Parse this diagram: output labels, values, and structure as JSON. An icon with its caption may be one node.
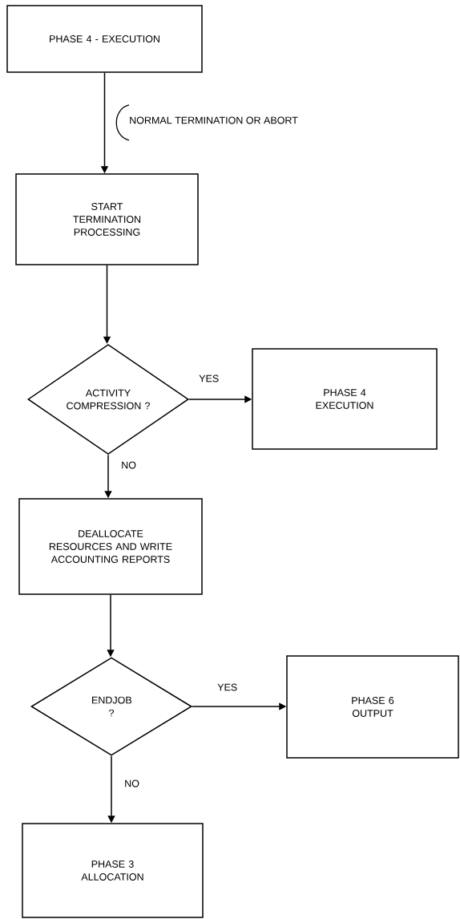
{
  "diagram": {
    "nodes": [
      {
        "text": [
          "PHASE 4 - EXECUTION"
        ]
      },
      {
        "text": [
          "START TERMINATION PROCESSING"
        ]
      },
      {
        "text": [
          "ACTIVITY COMPRESSION ?"
        ]
      },
      {
        "text": [
          "PHASE 4 EXECUTION"
        ]
      },
      {
        "text": [
          "DEALLOCATE RESOURCES AND WRITE ACCOUNTING REPORTS"
        ]
      },
      {
        "text": [
          "ENDJOB ?"
        ]
      },
      {
        "text": [
          "PHASE 6 OUTPUT"
        ]
      },
      {
        "text": [
          "PHASE 3 ALLOCATION"
        ]
      }
    ],
    "edges": [
      {
        "from": 0,
        "to": 1,
        "arrow": "to",
        "label": "NORMAL TERMINATION OR ABORT"
      },
      {
        "from": 1,
        "to": 2,
        "arrow": "to"
      },
      {
        "from": 2,
        "to": 3,
        "arrow": "to",
        "label": "YES"
      },
      {
        "from": 2,
        "to": 4,
        "arrow": "to",
        "label": "NO"
      },
      {
        "from": 4,
        "to": 5,
        "arrow": "to"
      },
      {
        "from": 5,
        "to": 6,
        "arrow": "to",
        "label": "YES"
      },
      {
        "from": 5,
        "to": 7,
        "arrow": "to",
        "label": "NO"
      }
    ]
  }
}
